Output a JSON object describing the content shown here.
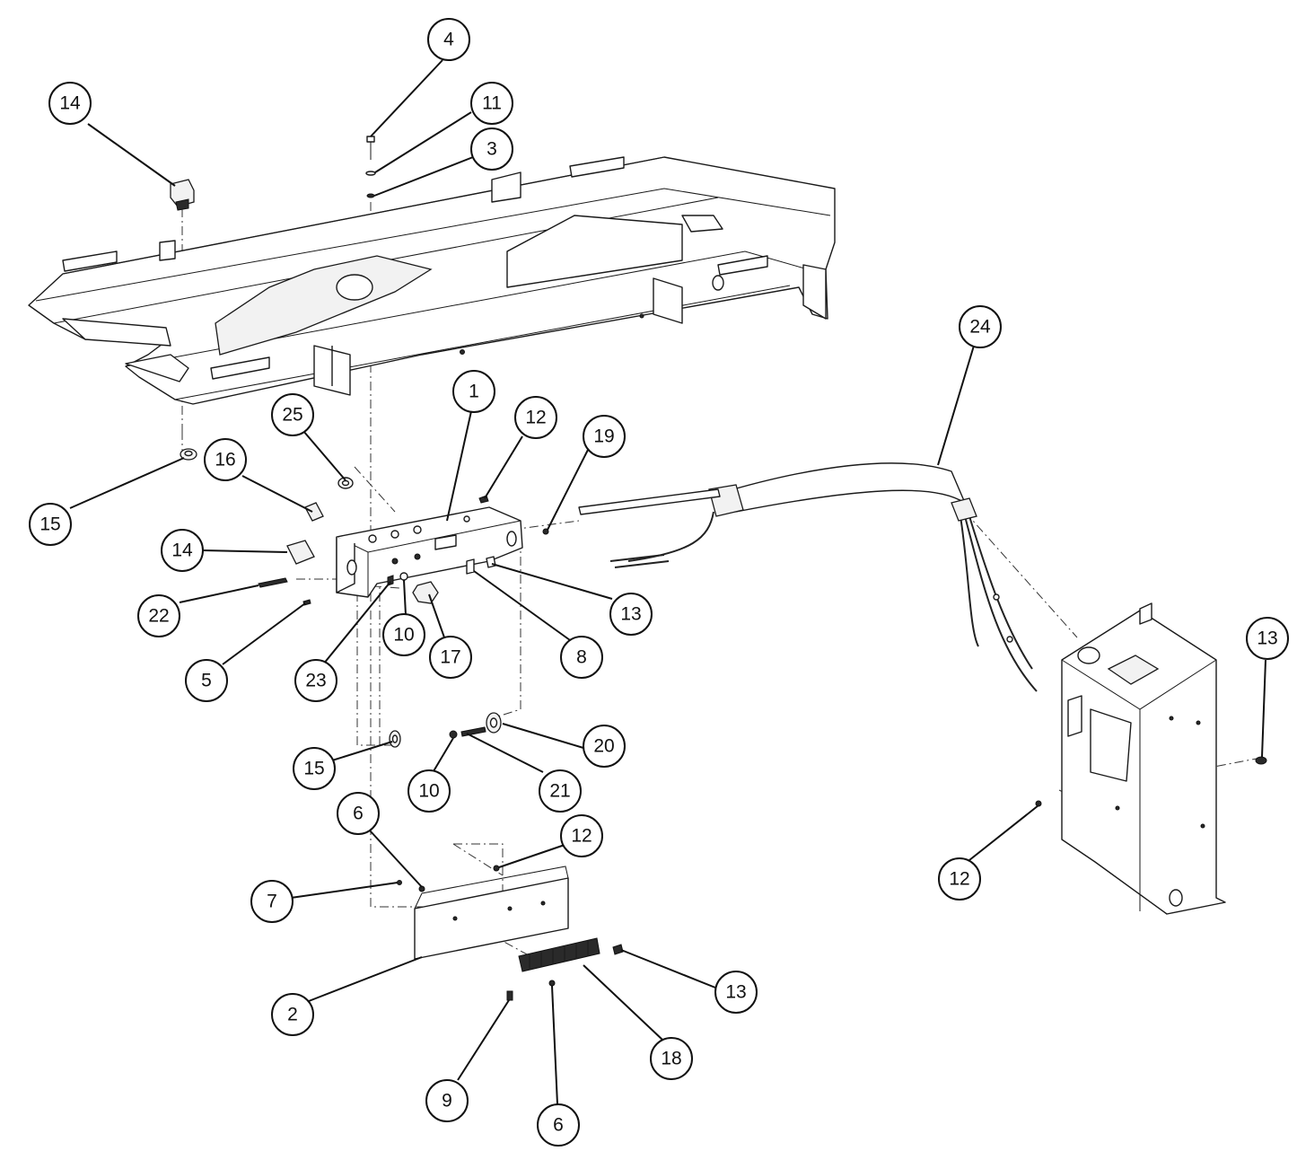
{
  "balloons": [
    {
      "label": "4"
    },
    {
      "label": "11"
    },
    {
      "label": "3"
    },
    {
      "label": "14"
    },
    {
      "label": "1"
    },
    {
      "label": "12"
    },
    {
      "label": "19"
    },
    {
      "label": "25"
    },
    {
      "label": "16"
    },
    {
      "label": "15"
    },
    {
      "label": "14"
    },
    {
      "label": "22"
    },
    {
      "label": "5"
    },
    {
      "label": "23"
    },
    {
      "label": "10"
    },
    {
      "label": "17"
    },
    {
      "label": "8"
    },
    {
      "label": "13"
    },
    {
      "label": "24"
    },
    {
      "label": "13"
    },
    {
      "label": "15"
    },
    {
      "label": "10"
    },
    {
      "label": "21"
    },
    {
      "label": "20"
    },
    {
      "label": "6"
    },
    {
      "label": "12"
    },
    {
      "label": "7"
    },
    {
      "label": "12"
    },
    {
      "label": "2"
    },
    {
      "label": "13"
    },
    {
      "label": "18"
    },
    {
      "label": "9"
    },
    {
      "label": "6"
    }
  ]
}
